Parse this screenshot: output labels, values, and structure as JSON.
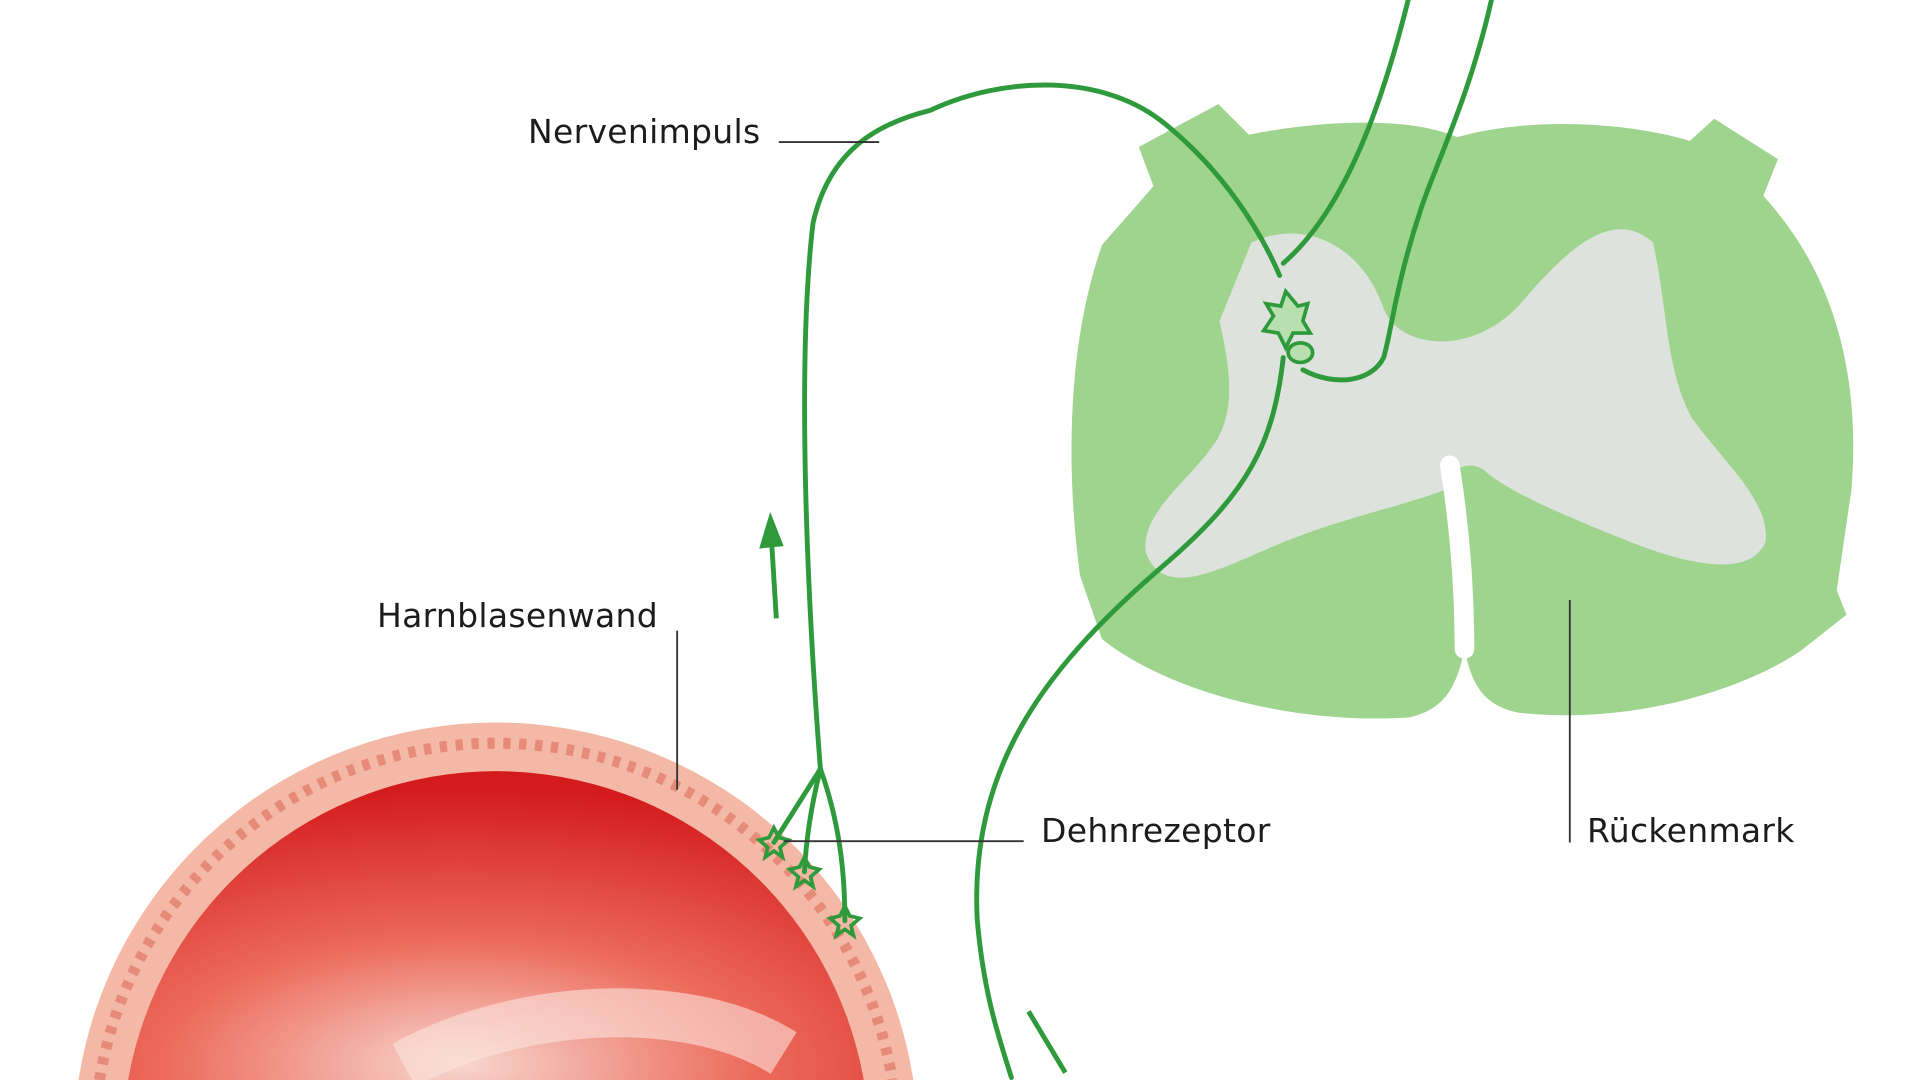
{
  "labels": {
    "nerve_impulse": "Nervenimpuls",
    "bladder_wall": "Harnblasenwand",
    "stretch_receptor": "Dehnrezeptor",
    "spinal_cord": "Rückenmark"
  },
  "colors": {
    "nerve": "#2f9a3c",
    "spinal_white_matter": "#9fd48f",
    "spinal_grey_matter": "#dde3dc",
    "bladder_wall": "#f3b6a2",
    "bladder_lumen": "#d81e1e"
  }
}
